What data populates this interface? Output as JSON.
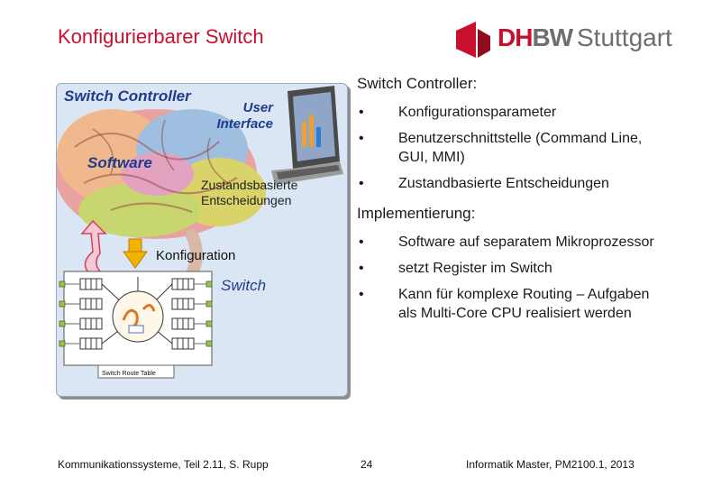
{
  "slide": {
    "title": "Konfigurierbarer Switch",
    "logo": {
      "prefix": "DH",
      "suffix": "BW",
      "city": "Stuttgart",
      "colors": {
        "red": "#c8102e",
        "gray": "#6d6e70"
      }
    }
  },
  "figure": {
    "switch_controller": "Switch Controller",
    "user_interface": [
      "User",
      "Interface"
    ],
    "software": "Software",
    "zustand": [
      "Zustandsbasierte",
      "Entscheidungen"
    ],
    "konfiguration": "Konfiguration",
    "switch": "Switch",
    "route_table": "Switch Route Table"
  },
  "content": {
    "section1": {
      "heading": "Switch Controller:",
      "items": [
        "Konfigurationsparameter",
        "Benutzerschnittstelle (Command Line, GUI, MMI)",
        "Zustandbasierte Entscheidungen"
      ]
    },
    "section2": {
      "heading": "Implementierung:",
      "items": [
        "Software auf separatem Mikroprozessor",
        "setzt Register im Switch",
        "Kann für komplexe Routing – Aufgaben als Multi-Core CPU realisiert werden"
      ]
    },
    "bullet": "•"
  },
  "footer": {
    "left": "Kommunikationssysteme, Teil 2.11, S. Rupp",
    "page": "24",
    "right": "Informatik Master, PM2100.1, 2013"
  }
}
